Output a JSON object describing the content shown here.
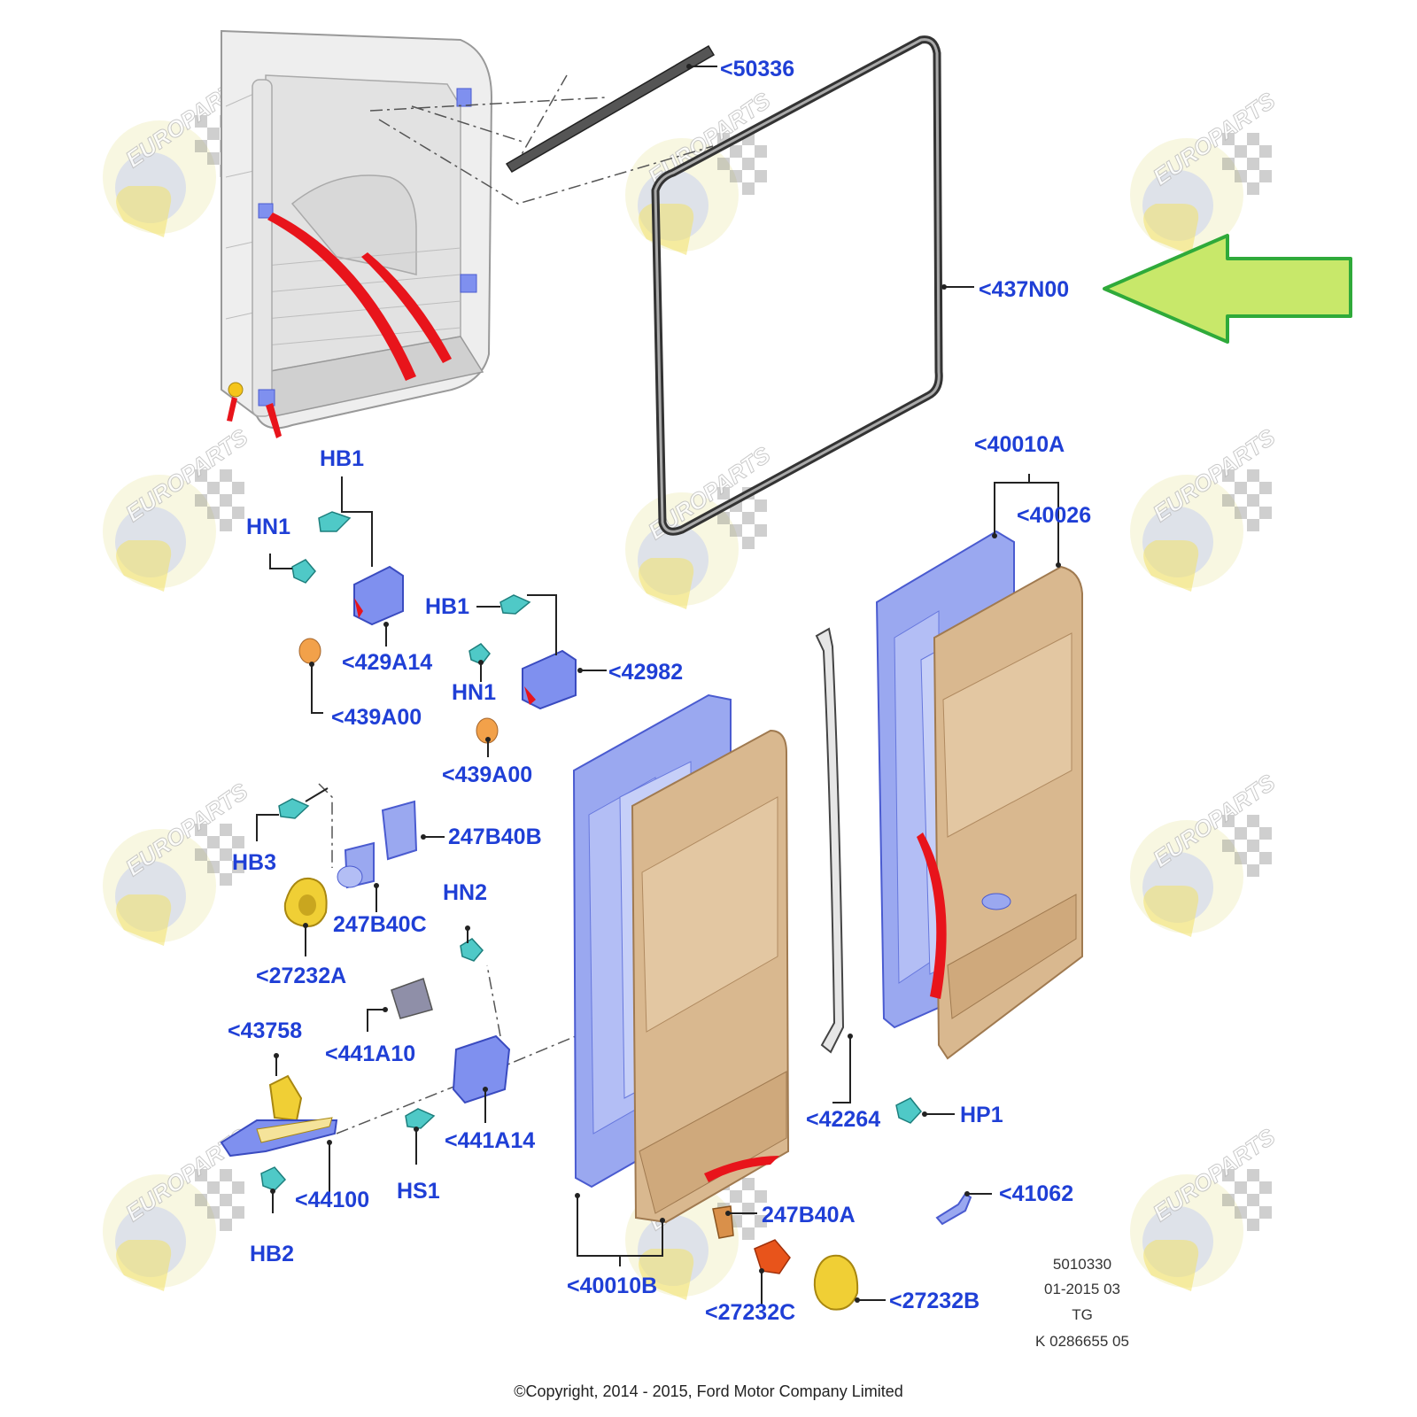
{
  "labels": {
    "p50336": "<50336",
    "p437N00": "<437N00",
    "p40010A": "<40010A",
    "p40026": "<40026",
    "hb1_a": "HB1",
    "hn1_a": "HN1",
    "p429A14": "<429A14",
    "hb1_b": "HB1",
    "p42982": "<42982",
    "hn1_b": "HN1",
    "p439A00_a": "<439A00",
    "p439A00_b": "<439A00",
    "hb3": "HB3",
    "p247B40B": "247B40B",
    "p247B40C": "247B40C",
    "p27232A": "<27232A",
    "hn2": "HN2",
    "p43758": "<43758",
    "p441A10": "<441A10",
    "p441A14": "<441A14",
    "p42264": "<42264",
    "hp1": "HP1",
    "hs1": "HS1",
    "p44100": "<44100",
    "p41062": "<41062",
    "p247B40A": "247B40A",
    "hb2": "HB2",
    "p40010B": "<40010B",
    "p27232C": "<27232C",
    "p27232B": "<27232B"
  },
  "drawing_info": {
    "number": "5010330",
    "date": "01-2015 03",
    "code": "TG",
    "ref": "K 0286655 05"
  },
  "copyright": "©Copyright, 2014 - 2015, Ford Motor Company Limited",
  "watermark": "EUROPARTS",
  "colors": {
    "label": "#1f3fd6",
    "arrow_fill": "#c8e86a",
    "arrow_stroke": "#2faa3a",
    "inner_panel": "#9aa8f0",
    "outer_skin": "#d9b88f",
    "highlight": "#e8141b"
  }
}
